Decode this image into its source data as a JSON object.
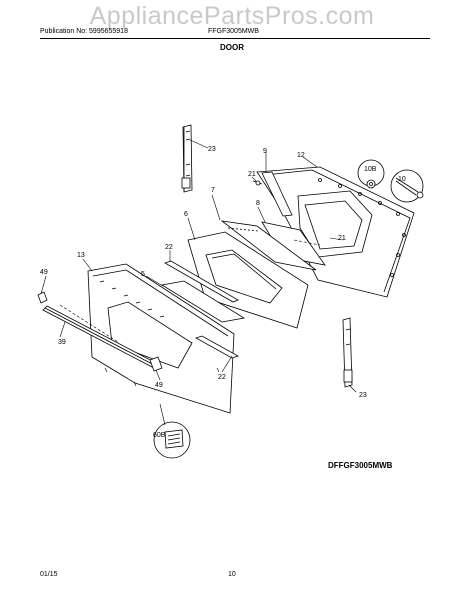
{
  "watermark": "AppliancePartsPros.com",
  "header": {
    "publication": "Publication No: 5995655918",
    "model": "FFGF3005MWB"
  },
  "section_title": "DOOR",
  "diagram_code": "DFFGF3005MWB",
  "footer": {
    "date": "01/15",
    "page": "10"
  },
  "callouts": {
    "c23_top": "23",
    "c9": "9",
    "c12": "12",
    "c10B": "10B",
    "c21a": "21",
    "c7": "7",
    "c8": "8",
    "c10": "10",
    "c6": "6",
    "c21b": "21",
    "c22a": "22",
    "c13": "13",
    "c5": "5",
    "c49a": "49",
    "c39": "39",
    "c22b": "22",
    "c49b": "49",
    "c23_bot": "23",
    "c60B": "60B"
  }
}
